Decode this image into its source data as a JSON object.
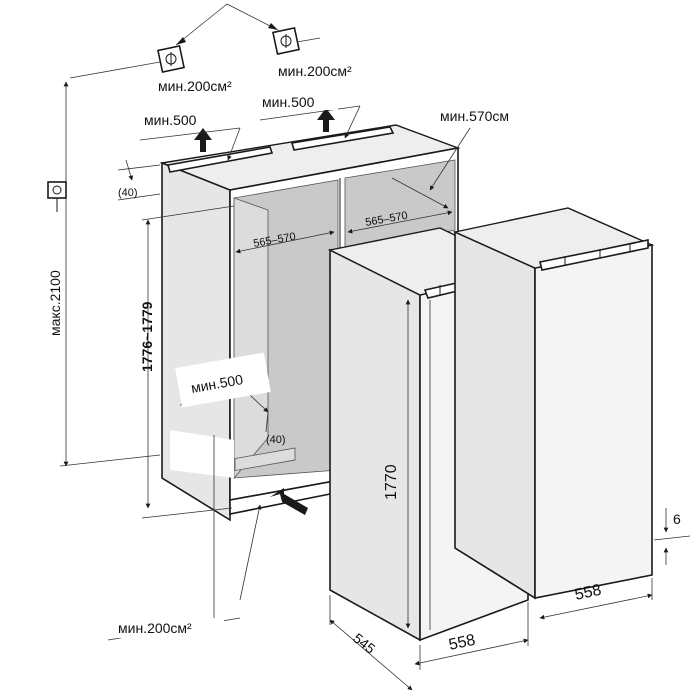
{
  "dimensions": {
    "min_200_top_left": "мин.200см²",
    "min_200_top_right": "мин.200см²",
    "min_500_top_left": "мин.500",
    "min_500_top_right": "мин.500",
    "min_570": "мин.570см",
    "offset_40_top": "(40)",
    "max_2100": "макс.2100",
    "niche_height": "1776~1779",
    "niche_width_left": "565–570",
    "niche_width_right": "565–570",
    "min_500_bottom": "мин.500",
    "offset_40_bottom": "(40)",
    "appliance_height": "1770",
    "gap_6": "6",
    "depth_545": "545",
    "width_558_left": "558",
    "width_558_right": "558",
    "min_200_bottom": "мин.200см²"
  },
  "icons": {
    "vent_left": "ventilation-grille-icon",
    "vent_right": "ventilation-grille-icon",
    "socket": "power-socket-icon",
    "arrow_up_left": "arrow-up-icon",
    "arrow_up_right": "arrow-up-icon",
    "arrow_in_bottom": "arrow-icon"
  }
}
